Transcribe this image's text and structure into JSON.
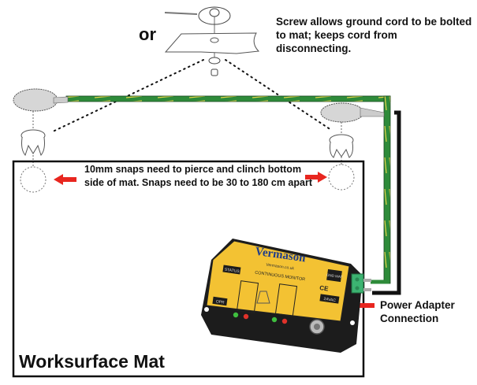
{
  "labels": {
    "or": "or",
    "screw_note": "Screw allows ground cord to be bolted to mat; keeps cord from disconnecting.",
    "snap_note": "10mm snaps need to pierce and clinch bottom side of mat.  Snaps need to be 30 to 180 cm apart",
    "power_note": "Power Adapter Connection",
    "mat_label": "Worksurface Mat"
  },
  "device": {
    "brand": "Vermason",
    "website": "Vermason.co.uk",
    "model": "CONTINUOUS MONITOR",
    "ports": [
      "STATUS",
      "GND MAT",
      "OPR",
      "24VAC"
    ],
    "mark": "CE"
  },
  "colors": {
    "cord_green": "#2e8b3a",
    "cord_yellow": "#e6d84a",
    "device_yellow": "#f3c233",
    "device_body": "#1c1c1c",
    "arrow_red": "#e8261f",
    "terminal_green": "#3cb371"
  }
}
